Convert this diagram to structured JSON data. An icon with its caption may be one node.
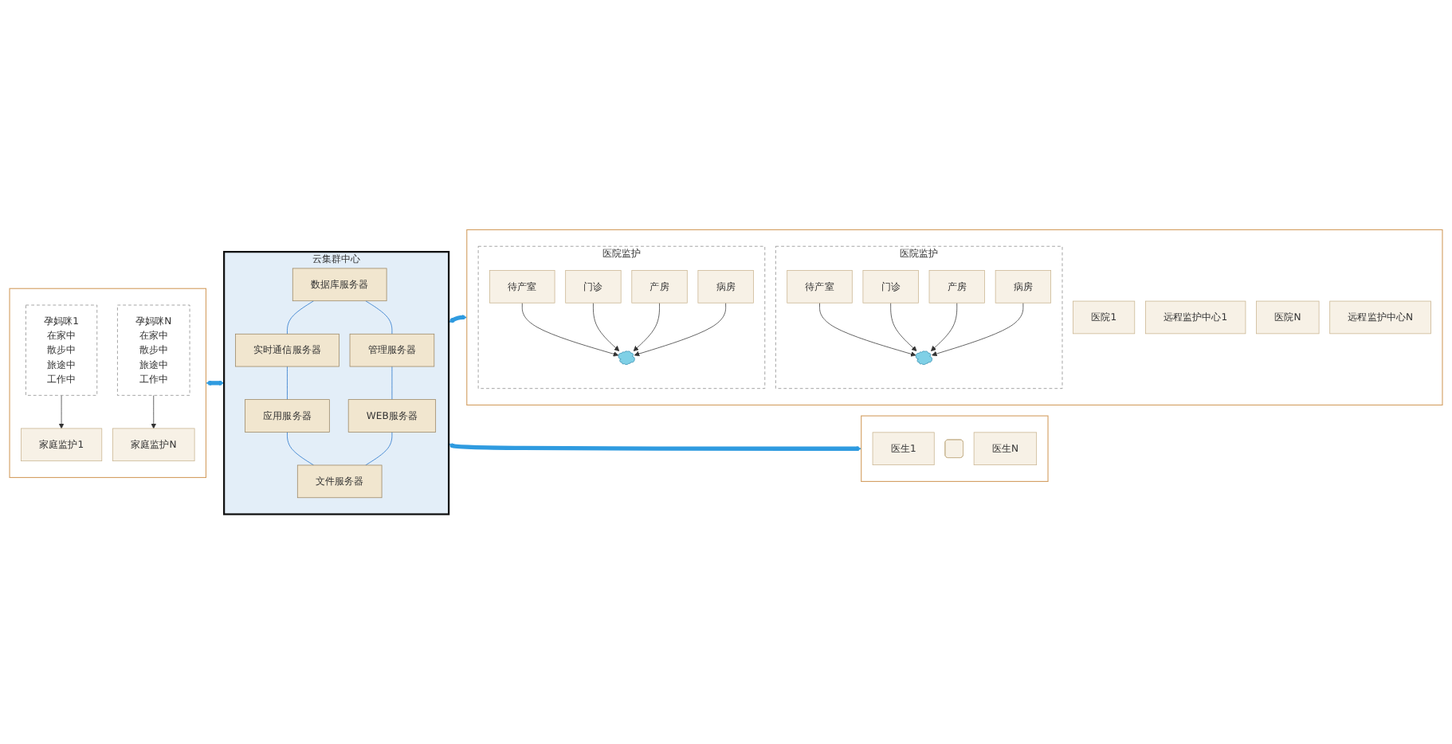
{
  "diagram": {
    "nodes": [
      {
        "text": [],
        "shape": "box"
      },
      {
        "text": [
          "孕妈咪1",
          "在家中",
          "散步中",
          "旅途中",
          "工作中"
        ],
        "in": 0
      },
      {
        "text": [
          "家庭监护1"
        ],
        "in": 0
      },
      {
        "text": [
          "孕妈咪N",
          "在家中",
          "散步中",
          "旅途中",
          "工作中"
        ],
        "in": 0
      },
      {
        "text": [
          "家庭监护N"
        ],
        "in": 0
      },
      {
        "text": [
          "云集群中心"
        ]
      },
      {
        "text": [
          "实时通信服务器"
        ],
        "in": 5
      },
      {
        "text": [
          "应用服务器"
        ],
        "in": 5
      },
      {
        "text": [
          "数据库服务器"
        ],
        "in": 5
      },
      {
        "text": [
          "管理服务器"
        ],
        "in": 5
      },
      {
        "text": [
          "WEB服务器"
        ],
        "in": 5
      },
      {
        "text": [
          "文件服务器"
        ],
        "in": 5
      },
      {
        "text": [],
        "shape": "box"
      },
      {
        "text": [
          "医生1"
        ],
        "in": 12
      },
      {
        "text": [],
        "shape": "person",
        "in": 12
      },
      {
        "text": [
          "医生N"
        ],
        "in": 12
      },
      {
        "text": [],
        "shape": "box"
      },
      {
        "text": [
          "医院监护"
        ],
        "in": 16
      },
      {
        "text": [
          "待产室"
        ],
        "in": 17
      },
      {
        "text": [
          "门诊"
        ],
        "in": 17
      },
      {
        "text": [
          "产房"
        ],
        "in": 17
      },
      {
        "text": [
          "病房"
        ],
        "in": 17
      },
      {
        "text": [],
        "shape": "cloud",
        "in": 17
      },
      {
        "text": [
          "医院1"
        ],
        "in": 16
      },
      {
        "text": [
          "远程监护中心1"
        ],
        "in": 16
      },
      {
        "text": [
          "医院监护"
        ],
        "in": 16
      },
      {
        "text": [
          "待产室"
        ],
        "in": 25
      },
      {
        "text": [
          "门诊"
        ],
        "in": 25
      },
      {
        "text": [
          "产房"
        ],
        "in": 25
      },
      {
        "text": [
          "病房"
        ],
        "in": 25
      },
      {
        "text": [],
        "shape": "cloud",
        "in": 25
      },
      {
        "text": [
          "医院N"
        ],
        "in": 16
      },
      {
        "text": [
          "远程监护中心N"
        ],
        "in": 16
      }
    ],
    "edges": [
      {
        "from": 1,
        "to": 2,
        "arrow": "to"
      },
      {
        "from": 3,
        "to": 4,
        "arrow": "to"
      },
      {
        "from": 8,
        "to": 6,
        "arrow": "none",
        "color": "#1f6fc8"
      },
      {
        "from": 6,
        "to": 7,
        "arrow": "none",
        "color": "#1f6fc8"
      },
      {
        "from": 7,
        "to": 11,
        "arrow": "none",
        "color": "#1f6fc8"
      },
      {
        "from": 8,
        "to": 9,
        "arrow": "none",
        "color": "#1f6fc8"
      },
      {
        "from": 9,
        "to": 10,
        "arrow": "none",
        "color": "#1f6fc8"
      },
      {
        "from": 10,
        "to": 11,
        "arrow": "none",
        "color": "#1f6fc8"
      },
      {
        "from": 0,
        "to": 5,
        "arrow": "both",
        "style": "thick",
        "color": "#2f9be0"
      },
      {
        "from": 5,
        "to": 16,
        "arrow": "both",
        "style": "thick",
        "color": "#2f9be0"
      },
      {
        "from": 5,
        "to": 12,
        "arrow": "both",
        "style": "thick",
        "color": "#2f9be0"
      },
      {
        "from": 18,
        "to": 22,
        "arrow": "to"
      },
      {
        "from": 19,
        "to": 22,
        "arrow": "to"
      },
      {
        "from": 20,
        "to": 22,
        "arrow": "to"
      },
      {
        "from": 21,
        "to": 22,
        "arrow": "to"
      },
      {
        "from": 26,
        "to": 30,
        "arrow": "to"
      },
      {
        "from": 27,
        "to": 30,
        "arrow": "to"
      },
      {
        "from": 28,
        "to": 30,
        "arrow": "to"
      },
      {
        "from": 29,
        "to": 30,
        "arrow": "to"
      }
    ]
  }
}
